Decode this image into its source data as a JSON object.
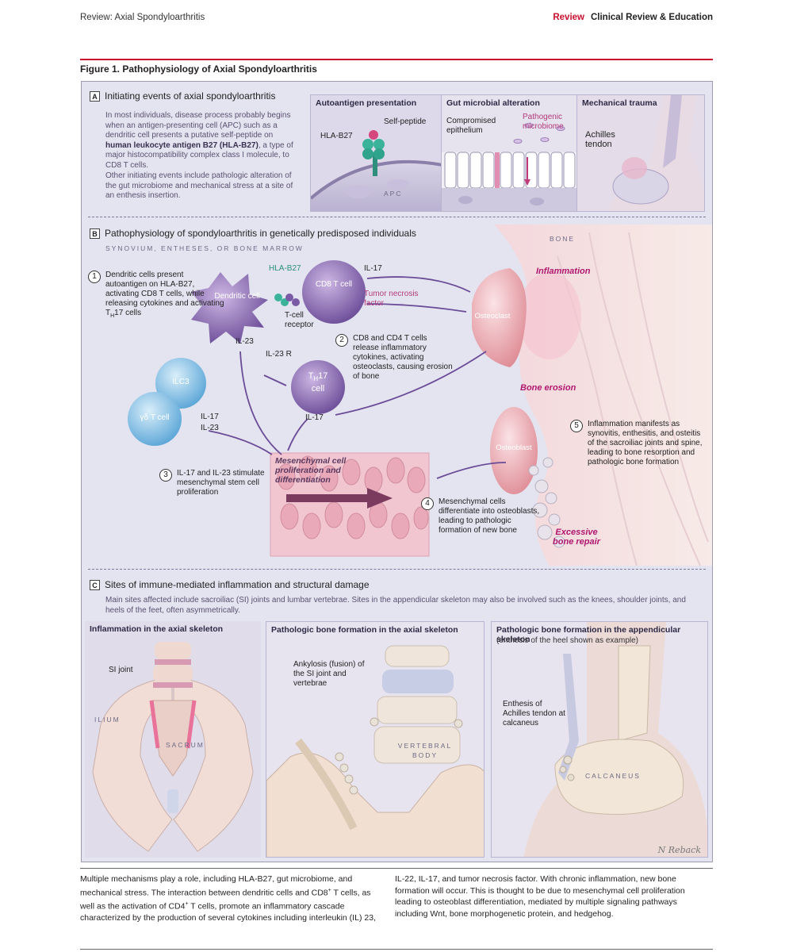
{
  "running_head": {
    "left": "Review: Axial Spondyloarthritis",
    "tag": "Review",
    "section": "Clinical Review & Education"
  },
  "figure": {
    "title": "Figure 1. Pathophysiology of Axial Spondyloarthritis",
    "panel_a": {
      "letter": "A",
      "title": "Initiating events of axial spondyloarthritis",
      "para1_pre": "In most individuals, disease process probably begins when an antigen-presenting cell (APC) such as a dendritic cell presents a putative self-peptide on ",
      "para1_bold": "human leukocyte antigen B27 (HLA-B27)",
      "para1_post": ", a type of major histocompatibility complex class I molecule, to CD8 T cells.",
      "para2": "Other initiating events include pathologic alteration of the gut microbiome and mechanical stress at a site of an enthesis insertion.",
      "sub1": {
        "title": "Autoantigen presentation",
        "self_peptide": "Self-peptide",
        "hla": "HLA-B27",
        "apc": "APC"
      },
      "sub2": {
        "title": "Gut microbial alteration",
        "epithelium": "Compromised epithelium",
        "microbiome": "Pathogenic microbiome"
      },
      "sub3": {
        "title": "Mechanical trauma",
        "achilles": "Achilles tendon"
      }
    },
    "panel_b": {
      "letter": "B",
      "title": "Pathophysiology of spondyloarthritis in genetically predisposed individuals",
      "subtitle": "SYNOVIUM, ENTHESES, OR BONE MARROW",
      "bone": "BONE",
      "dendritic": "Dendritic cell",
      "hla": "HLA-B27",
      "cd8": "CD8 T cell",
      "tcr": "T-cell receptor",
      "il17": "IL-17",
      "tnf": "Tumor necrosis factor",
      "il23": "IL-23",
      "il23r": "IL-23 R",
      "th17_main": "T",
      "th17_sub": "H",
      "th17_num": "17",
      "th17_cell": "cell",
      "ilc3": "ILC3",
      "gd": "γδ T cell",
      "il17b": "IL-17",
      "il23b": "IL-23",
      "il17c": "IL-17",
      "osteoclast": "Osteoclast",
      "osteoblast": "Osteoblast",
      "inflammation": "Inflammation",
      "bone_erosion": "Bone erosion",
      "excessive": "Excessive bone repair",
      "mesen": "Mesenchymal cell proliferation and differentiation",
      "steps": [
        {
          "num": "1",
          "text_pre": "Dendritic cells present autoantigen on HLA-B27, activating CD8 T cells, while releasing cytokines and activating T",
          "text_sub": "H",
          "text_post": "17 cells"
        },
        {
          "num": "2",
          "text": "CD8 and CD4 T cells release inflammatory cytokines, activating osteoclasts, causing erosion of bone"
        },
        {
          "num": "3",
          "text": "IL-17 and IL-23 stimulate mesenchymal stem cell proliferation"
        },
        {
          "num": "4",
          "text": "Mesenchymal cells differentiate into osteoblasts, leading to pathologic formation of new bone"
        },
        {
          "num": "5",
          "text": "Inflammation manifests as synovitis, enthesitis, and osteitis of the sacroiliac joints and spine, leading to bone resorption and pathologic bone formation"
        }
      ]
    },
    "panel_c": {
      "letter": "C",
      "title": "Sites of immune-mediated inflammation and structural damage",
      "para": "Main sites affected include sacroiliac (SI) joints and lumbar vertebrae. Sites in the appendicular skeleton may also be involved such as the knees, shoulder joints, and heels of the feet, often asymmetrically.",
      "sub1": {
        "title": "Inflammation in the axial skeleton",
        "si": "SI joint",
        "ilium": "ILIUM",
        "sacrum": "SACRUM"
      },
      "sub2": {
        "title": "Pathologic bone formation in the axial skeleton",
        "ankylosis": "Ankylosis (fusion) of the SI joint and vertebrae",
        "vertebral": "VERTEBRAL BODY"
      },
      "sub3": {
        "title": "Pathologic bone formation in the appendicular skeleton",
        "subtitle": "(enthesis of the heel shown as example)",
        "enthesis": "Enthesis of Achilles tendon at calcaneus",
        "calcaneus": "CALCANEUS"
      },
      "signature": "N Reback"
    }
  },
  "caption": {
    "col1_a": "Multiple mechanisms play a role, including HLA-B27, gut microbiome, and mechanical stress. The interaction between dendritic cells and CD8",
    "col1_sup1": "+",
    "col1_b": " T cells, as well as the activation of CD4",
    "col1_sup2": "+",
    "col1_c": " T cells, promote an inflammatory cascade characterized by the production of several cytokines including interleukin (IL) 23,",
    "col2": "IL-22, IL-17, and tumor necrosis factor. With chronic inflammation, new bone formation will occur. This is thought to be due to mesenchymal cell proliferation leading to osteoblast differentiation, mediated by multiple signaling pathways including Wnt, bone morphogenetic protein, and hedgehog."
  }
}
